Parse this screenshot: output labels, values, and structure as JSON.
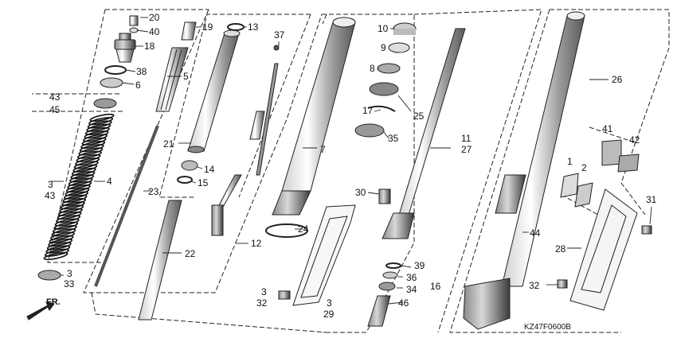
{
  "diagram_code": "KZ47F0600B",
  "front_marker": "FR.",
  "callouts": [
    {
      "id": "c20",
      "text": "20"
    },
    {
      "id": "c40",
      "text": "40"
    },
    {
      "id": "c18",
      "text": "18"
    },
    {
      "id": "c38",
      "text": "38"
    },
    {
      "id": "c6",
      "text": "6"
    },
    {
      "id": "c43a",
      "text": "43"
    },
    {
      "id": "c45",
      "text": "45"
    },
    {
      "id": "c5",
      "text": "5"
    },
    {
      "id": "c3a",
      "text": "3"
    },
    {
      "id": "c43b",
      "text": "43"
    },
    {
      "id": "c4",
      "text": "4"
    },
    {
      "id": "c3b",
      "text": "3"
    },
    {
      "id": "c33",
      "text": "33"
    },
    {
      "id": "c19",
      "text": "19"
    },
    {
      "id": "c13",
      "text": "13"
    },
    {
      "id": "c37",
      "text": "37"
    },
    {
      "id": "c21",
      "text": "21"
    },
    {
      "id": "c14",
      "text": "14"
    },
    {
      "id": "c15",
      "text": "15"
    },
    {
      "id": "c23",
      "text": "23"
    },
    {
      "id": "c22",
      "text": "22"
    },
    {
      "id": "c12",
      "text": "12"
    },
    {
      "id": "c24",
      "text": "24"
    },
    {
      "id": "c7",
      "text": "7"
    },
    {
      "id": "c10",
      "text": "10"
    },
    {
      "id": "c9",
      "text": "9"
    },
    {
      "id": "c8",
      "text": "8"
    },
    {
      "id": "c17",
      "text": "17"
    },
    {
      "id": "c25",
      "text": "25"
    },
    {
      "id": "c35",
      "text": "35"
    },
    {
      "id": "c11",
      "text": "11"
    },
    {
      "id": "c27",
      "text": "27"
    },
    {
      "id": "c30",
      "text": "30"
    },
    {
      "id": "c3c",
      "text": "3"
    },
    {
      "id": "c32a",
      "text": "32"
    },
    {
      "id": "c3d",
      "text": "3"
    },
    {
      "id": "c29",
      "text": "29"
    },
    {
      "id": "c39",
      "text": "39"
    },
    {
      "id": "c36",
      "text": "36"
    },
    {
      "id": "c34",
      "text": "34"
    },
    {
      "id": "c16",
      "text": "16"
    },
    {
      "id": "c46",
      "text": "46"
    },
    {
      "id": "c26",
      "text": "26"
    },
    {
      "id": "c41",
      "text": "41"
    },
    {
      "id": "c42",
      "text": "42"
    },
    {
      "id": "c1",
      "text": "1"
    },
    {
      "id": "c2",
      "text": "2"
    },
    {
      "id": "c31",
      "text": "31"
    },
    {
      "id": "c28",
      "text": "28"
    },
    {
      "id": "c44",
      "text": "44"
    },
    {
      "id": "c32b",
      "text": "32"
    }
  ]
}
